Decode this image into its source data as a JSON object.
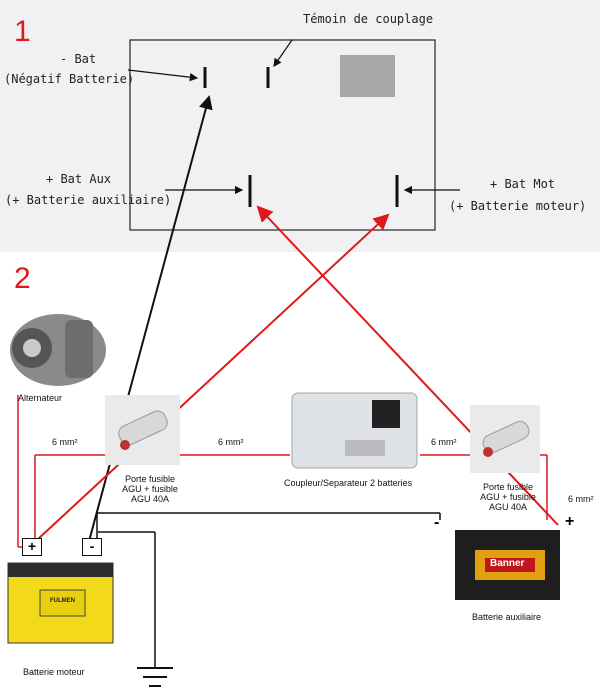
{
  "panel1": {
    "number": "1",
    "temoin_label": "Témoin de couplage",
    "bat_neg": {
      "title": "- Bat",
      "subtitle": "(Négatif Batterie)"
    },
    "bat_aux": {
      "title": "+ Bat Aux",
      "subtitle": "(+ Batterie auxiliaire)"
    },
    "bat_mot": {
      "title": "+ Bat Mot",
      "subtitle": "(+ Batterie moteur)"
    }
  },
  "panel2": {
    "number": "2",
    "alternator_label": "Alternateur",
    "wire_left": "6 mm²",
    "wire_mid": "6 mm²",
    "wire_right": "6 mm²",
    "wire_vertical": "6 mm²",
    "fuse_left_label": [
      "Porte fusible",
      "AGU + fusible",
      "AGU 40A"
    ],
    "fuse_right_label": [
      "Porte fusible",
      "AGU + fusible",
      "AGU 40A"
    ],
    "coupler_label": "Coupleur/Separateur 2 batteries",
    "battery_engine_label": "Batterie moteur",
    "battery_aux_label": "Batterie auxiliaire",
    "terminal_plus": "+",
    "terminal_minus": "-",
    "aux_plus": "+",
    "aux_minus": "-",
    "brand_engine": "FULMEN",
    "brand_aux": "Banner"
  },
  "colors": {
    "red_wire": "#e01818",
    "black_wire": "#111111",
    "accent": "#e01818"
  }
}
